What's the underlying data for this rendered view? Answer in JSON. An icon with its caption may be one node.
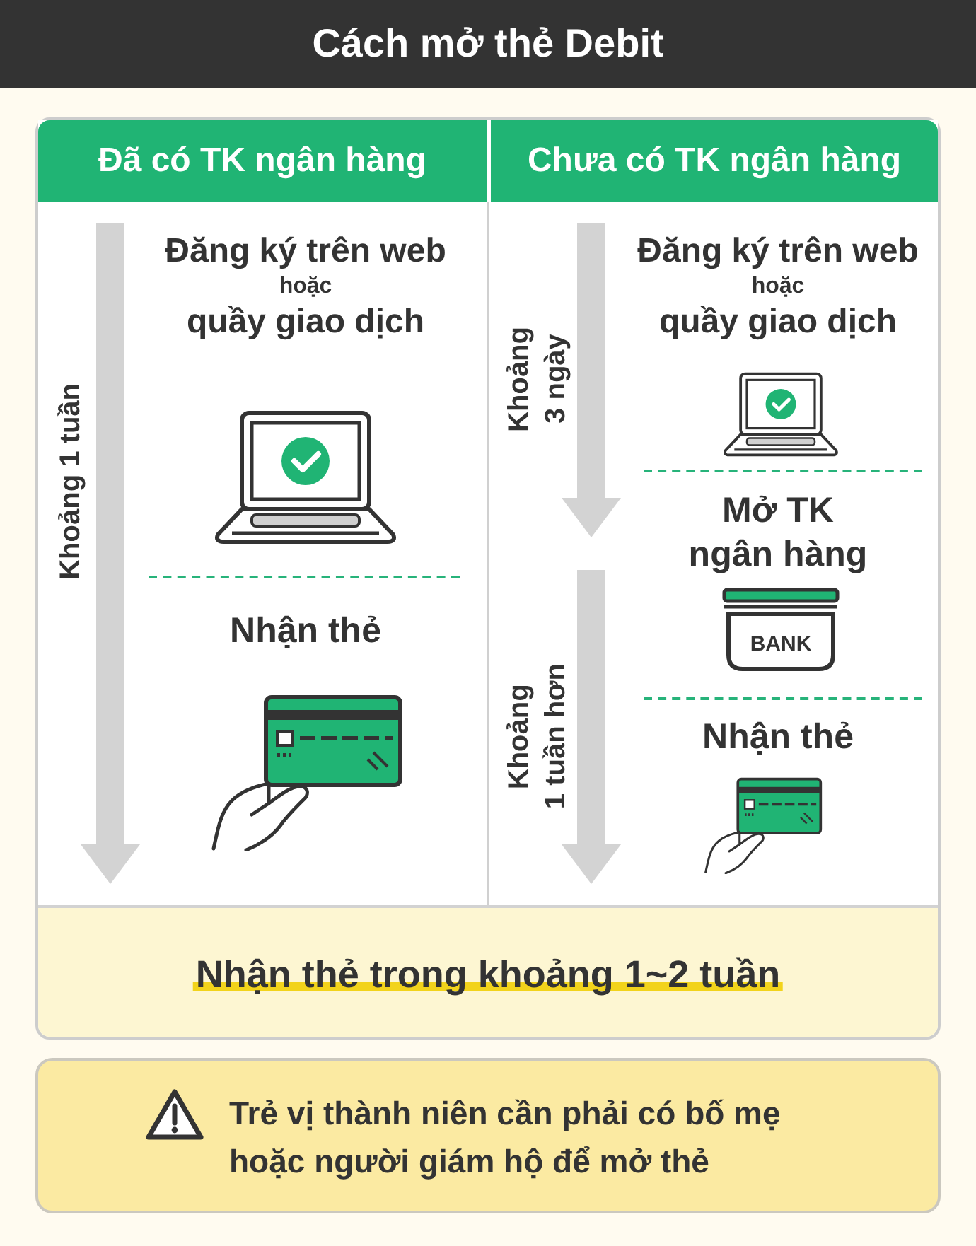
{
  "diagram": {
    "title": "Cách mở thẻ Debit",
    "nodes": [
      {
        "text": [
          "Đã có TK ngân hàng"
        ]
      },
      {
        "text": [
          "Đăng ký trên web hoặc quầy giao dịch"
        ],
        "in": 0
      },
      {
        "text": [
          "Nhận thẻ"
        ],
        "in": 0
      },
      {
        "text": [
          "Chưa có TK ngân hàng"
        ]
      },
      {
        "text": [
          "Đăng ký trên web hoặc quầy giao dịch"
        ],
        "in": 3
      },
      {
        "text": [
          "Mở TK ngân hàng"
        ],
        "in": 3
      },
      {
        "text": [
          "Nhận thẻ"
        ],
        "in": 3
      },
      {
        "text": [
          "Nhận thẻ trong khoảng 1~2 tuần"
        ]
      },
      {
        "text": [
          "Trẻ vị thành niên cần phải có bố mẹ hoặc người giám hộ để mở thẻ"
        ]
      }
    ],
    "labels": [
      "Khoảng 1 tuần",
      "Khoảng 3 ngày",
      "BANK",
      "Khoảng 1 tuần hơn"
    ]
  }
}
